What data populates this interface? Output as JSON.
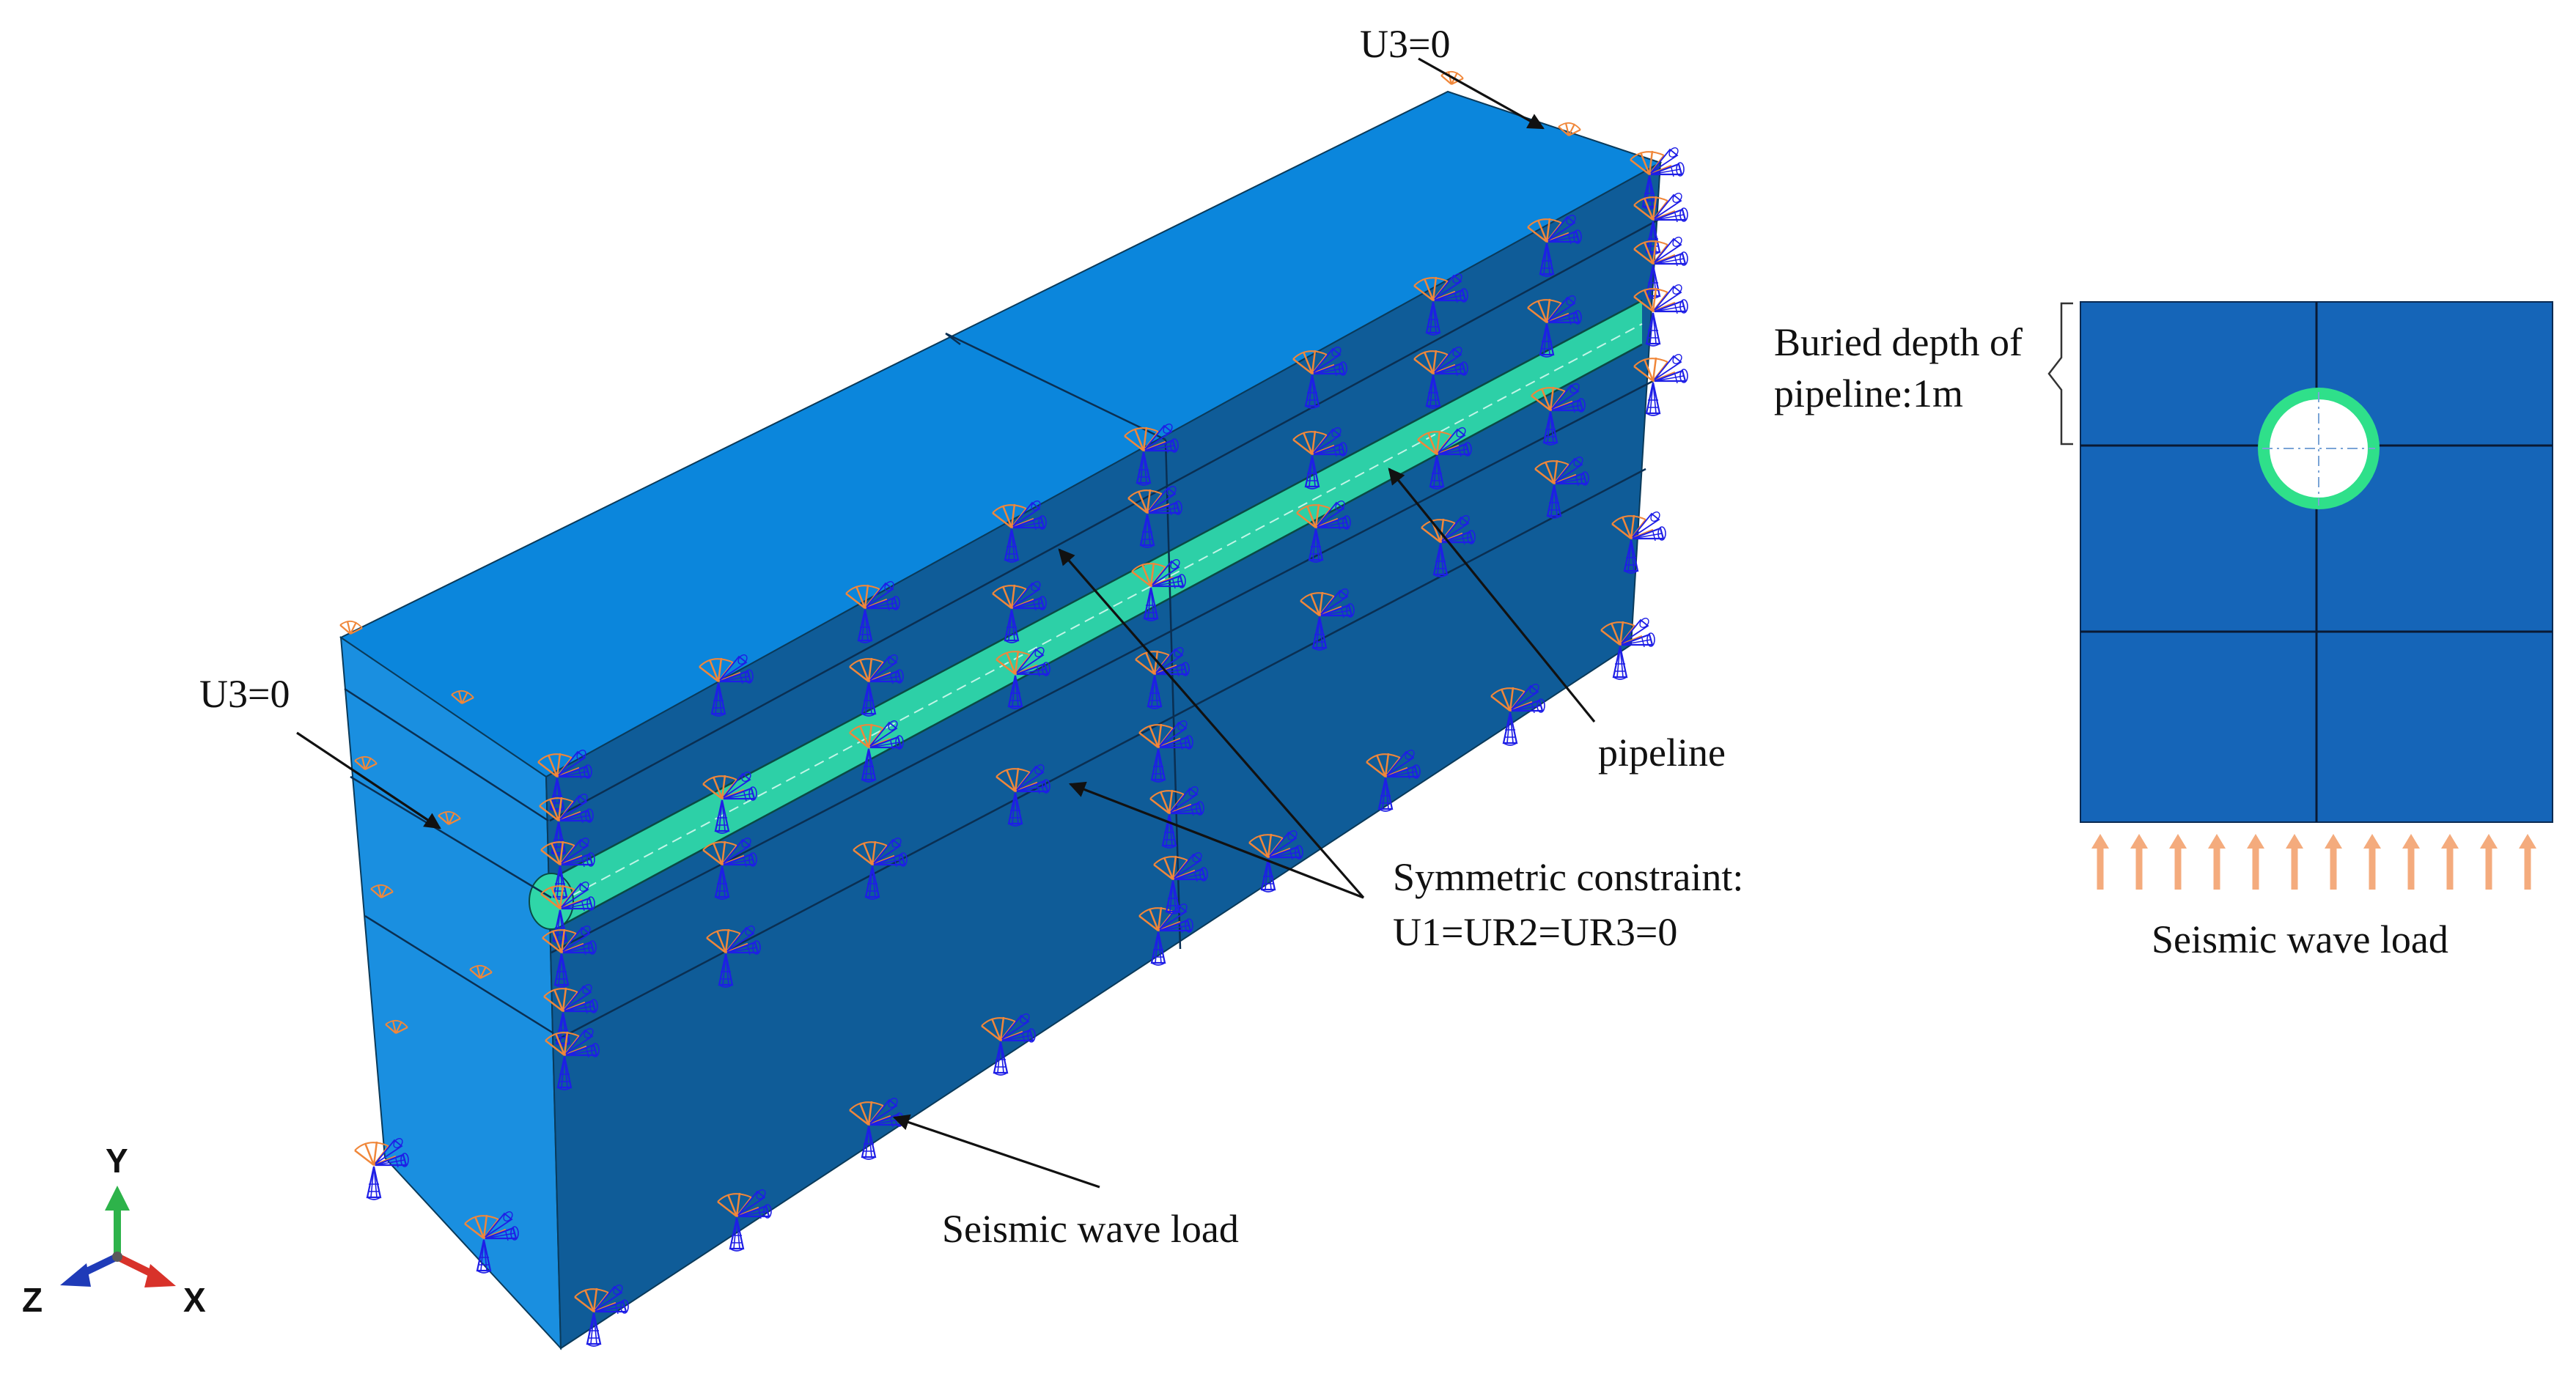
{
  "labels": {
    "u3_top": "U3=0",
    "u3_left": "U3=0",
    "pipeline": "pipeline",
    "symmetric_line1": "Symmetric constraint:",
    "symmetric_line2": "U1=UR2=UR3=0",
    "seismic_3d": "Seismic wave load",
    "buried_line1": "Buried depth of",
    "buried_line2": "pipeline:1m",
    "seismic_section": "Seismic wave load"
  },
  "axes": {
    "y": "Y",
    "z": "Z",
    "x": "X"
  },
  "colors": {
    "top_face": "#0b86dc",
    "front_face": "#0f5c98",
    "left_face": "#1a8fe0",
    "pipe": "#2fd6a8",
    "section_fill": "#1565b8",
    "pipe_ring": "#2fe08a",
    "constraint_blue": "#1e1ee6",
    "constraint_orange": "#f0873a",
    "load_arrow": "#f4ab7d",
    "axis_y": "#2db34a",
    "axis_x": "#d8322a",
    "axis_z": "#1f3bb8"
  },
  "icons": {
    "boundary_condition": "cone-triad-icon",
    "load_arrow": "upward-arrow-icon"
  }
}
